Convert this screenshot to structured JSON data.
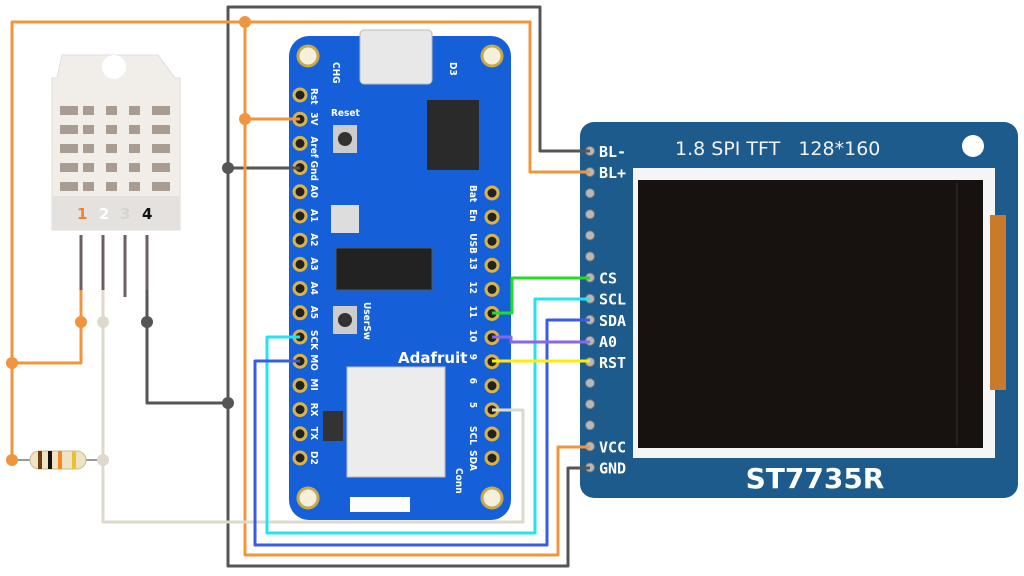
{
  "sensor": {
    "pin_numbers": [
      "1",
      "2",
      "3",
      "4"
    ],
    "pin_colors": [
      "#f0822a",
      "#ffffff",
      "#d8d8d8",
      "#111111"
    ]
  },
  "feather": {
    "left_pins": [
      "Rst",
      "3V",
      "Aref",
      "Gnd",
      "A0",
      "A1",
      "A2",
      "A3",
      "A4",
      "A5",
      "SCK",
      "MO",
      "MI",
      "RX",
      "TX",
      "D2"
    ],
    "right_pins": [
      "Bat",
      "En",
      "USB",
      "13",
      "12",
      "11",
      "10",
      "9",
      "6",
      "5",
      "SCL",
      "SDA"
    ],
    "labels": {
      "chg": "CHG",
      "d3": "D3",
      "reset": "Reset",
      "usersw": "UserSw",
      "brand": "Adafruit",
      "conn": "Conn"
    },
    "color": "#1560d8"
  },
  "tft": {
    "title": "1.8 SPI TFT   128*160",
    "model": "ST7735R",
    "pins": [
      "BL-",
      "BL+",
      "",
      "",
      "",
      "",
      "CS",
      "SCL",
      "SDA",
      "A0",
      "RST",
      "",
      "",
      "",
      "VCC",
      "GND"
    ],
    "color": "#1d5b8c"
  },
  "wire_colors": {
    "ground": "#555555",
    "power": "#f0953e",
    "data": "#ddd9cc",
    "cs": "#22dd22",
    "scl": "#22e4f0",
    "sda": "#3a5ce0",
    "a0": "#8866ee",
    "rst": "#ffee00"
  }
}
